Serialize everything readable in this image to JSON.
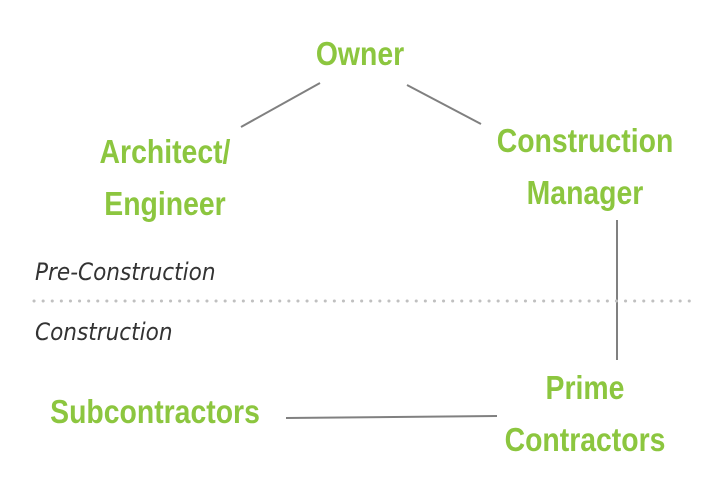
{
  "nodes": {
    "owner": {
      "lines": [
        "Owner"
      ]
    },
    "architect": {
      "lines": [
        "Architect/",
        "Engineer"
      ]
    },
    "construction_manager": {
      "lines": [
        "Construction",
        "Manager"
      ]
    },
    "prime_contractors": {
      "lines": [
        "Prime",
        "Contractors"
      ]
    },
    "subcontractors": {
      "lines": [
        "Subcontractors"
      ]
    }
  },
  "phases": {
    "pre_construction": "Pre-Construction",
    "construction": "Construction"
  },
  "colors": {
    "node_text": "#8cc63f",
    "connector": "#808080",
    "divider": "#c0c0c0",
    "phase_text": "#333333"
  }
}
